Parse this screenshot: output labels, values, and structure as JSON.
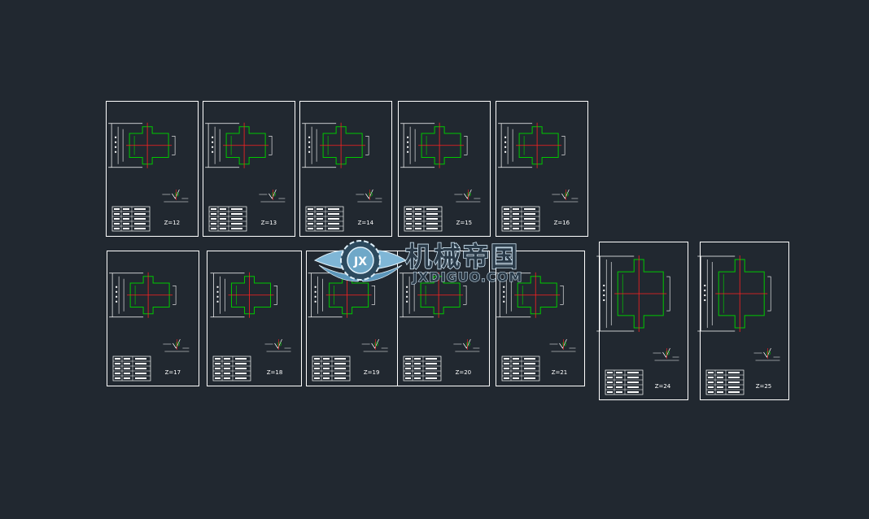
{
  "drawings": [
    {
      "label": "Z=12"
    },
    {
      "label": "Z=13"
    },
    {
      "label": "Z=14"
    },
    {
      "label": "Z=15"
    },
    {
      "label": "Z=16"
    },
    {
      "label": "Z=17"
    },
    {
      "label": "Z=18"
    },
    {
      "label": "Z=19"
    },
    {
      "label": "Z=20"
    },
    {
      "label": "Z=21"
    },
    {
      "label": "Z=24"
    },
    {
      "label": "Z=25"
    }
  ],
  "watermark": {
    "title_cn": "机械帝国",
    "domain": "JXDIGUO.COM",
    "emblem_letters": "JX"
  },
  "colors": {
    "background": "#212830",
    "sheet_border": "#ffffff",
    "part_outline": "#00c800",
    "center_line": "#ff2020",
    "dimension": "#ffffff"
  }
}
